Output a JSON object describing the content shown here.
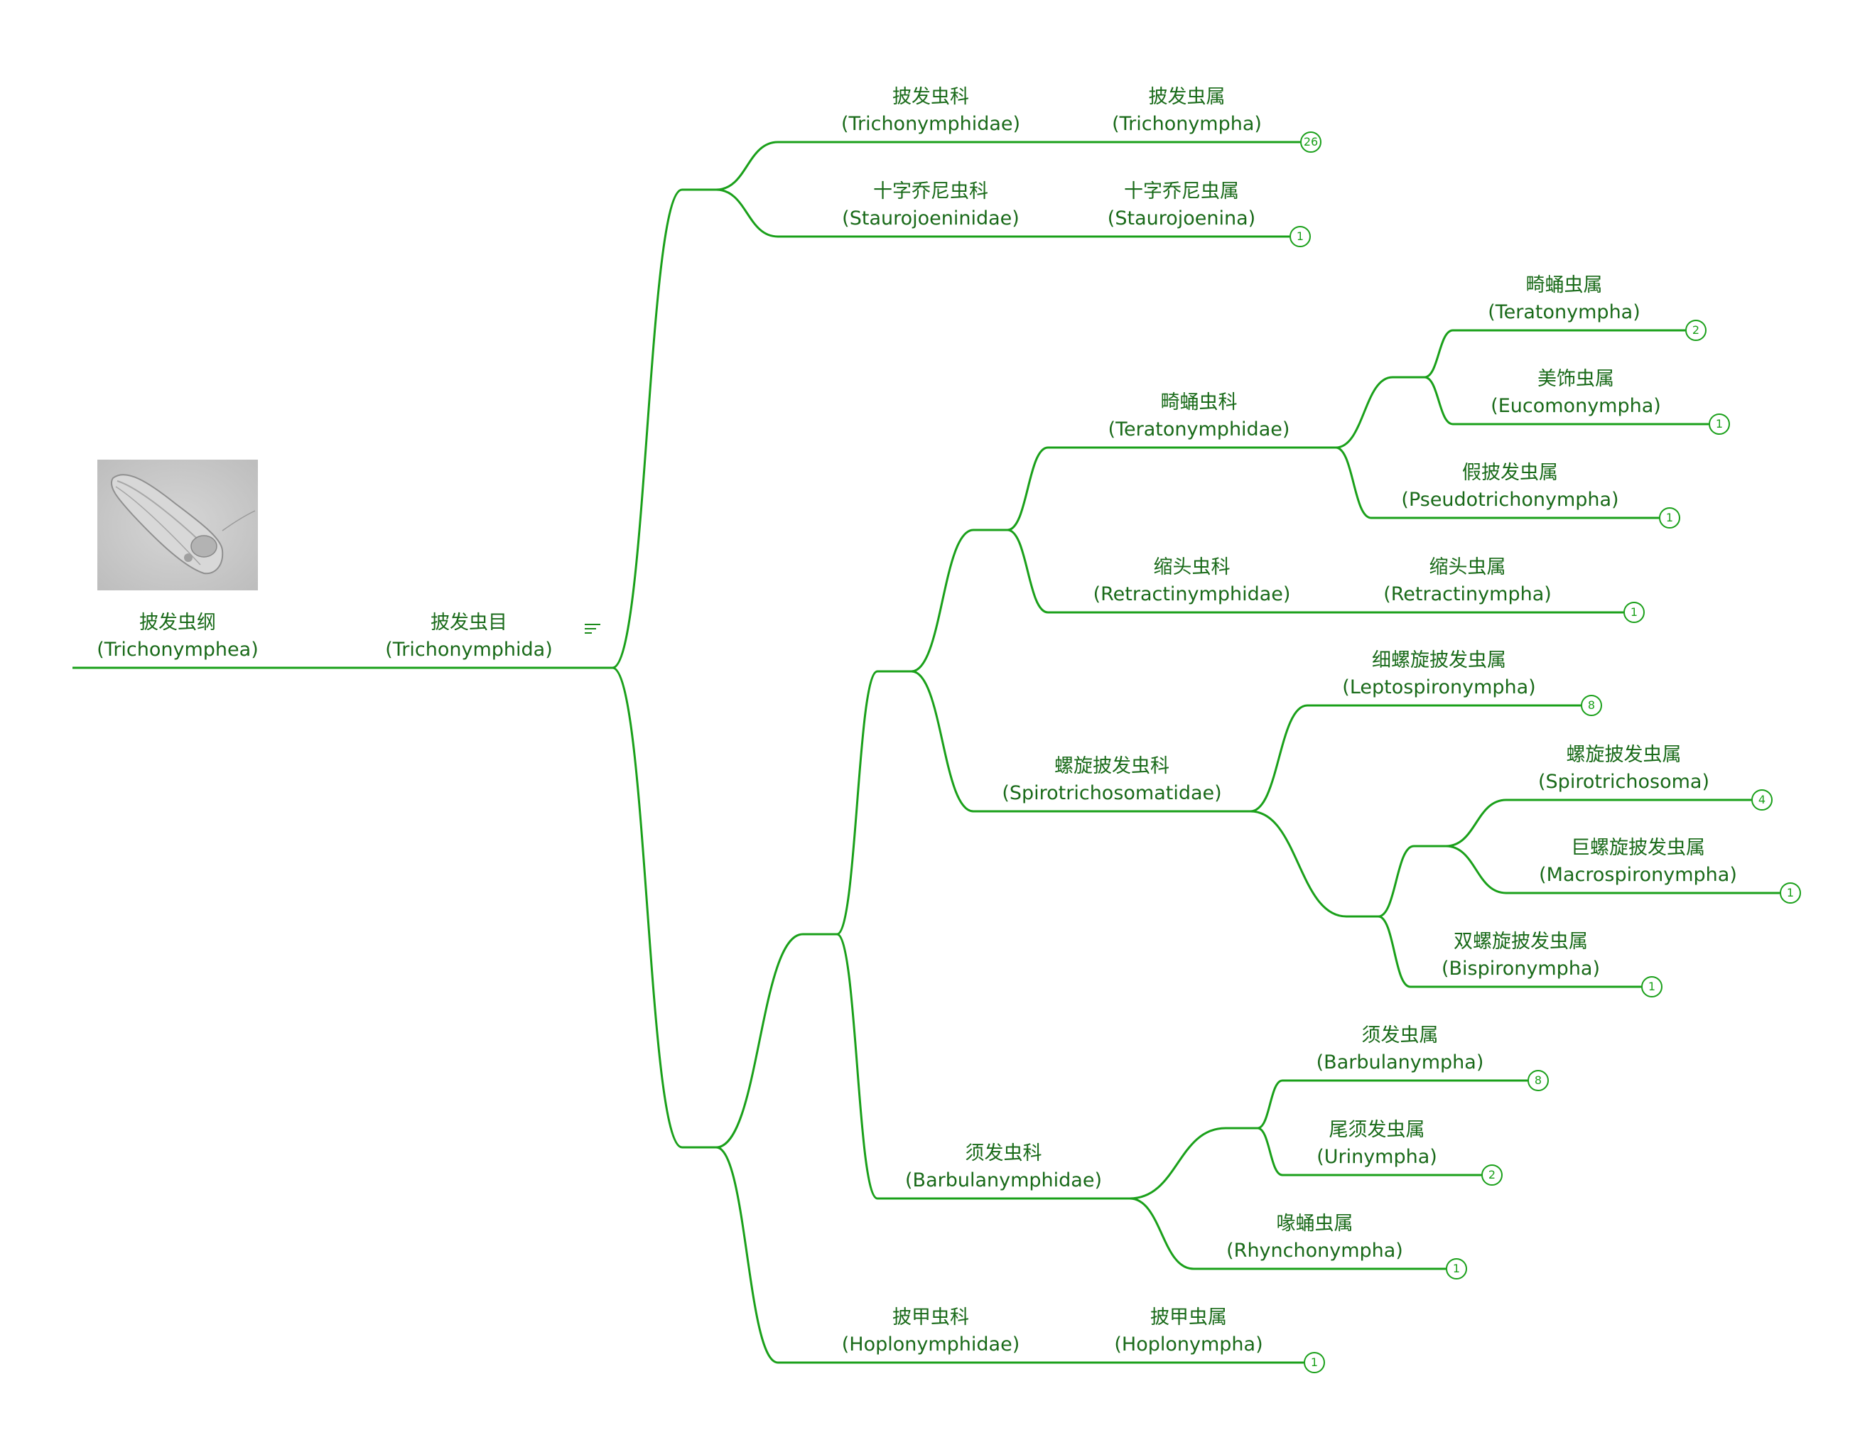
{
  "colors": {
    "line": "#1aa01a",
    "text": "#196a19",
    "badge": "#1aa01a"
  },
  "root": {
    "name": "披发虫纲",
    "latin": "(Trichonymphea)",
    "image": "microscopy-image"
  },
  "order": {
    "name": "披发虫目",
    "latin": "(Trichonymphida)",
    "note_icon": "note-icon"
  },
  "tree": [
    {
      "key": "f_trichonymphidae",
      "parent": "order",
      "name": "披发虫科",
      "latin": "(Trichonymphidae)"
    },
    {
      "key": "g_trichonympha",
      "parent": "f_trichonymphidae",
      "name": "披发虫属",
      "latin": "(Trichonympha)",
      "count": "26"
    },
    {
      "key": "f_staurojoeninidae",
      "parent": "order",
      "name": "十字乔尼虫科",
      "latin": "(Staurojoeninidae)"
    },
    {
      "key": "g_staurojoenina",
      "parent": "f_staurojoeninidae",
      "name": "十字乔尼虫属",
      "latin": "(Staurojoenina)",
      "count": "1"
    },
    {
      "key": "f_teratonymphidae",
      "parent": "order",
      "name": "畸蛹虫科",
      "latin": "(Teratonymphidae)"
    },
    {
      "key": "g_teratonympha",
      "parent": "f_teratonymphidae",
      "name": "畸蛹虫属",
      "latin": "(Teratonympha)",
      "count": "2"
    },
    {
      "key": "g_eucomonympha",
      "parent": "f_teratonymphidae",
      "name": "美饰虫属",
      "latin": "(Eucomonympha)",
      "count": "1"
    },
    {
      "key": "g_pseudotrichonympha",
      "parent": "f_teratonymphidae",
      "name": "假披发虫属",
      "latin": "(Pseudotrichonympha)",
      "count": "1"
    },
    {
      "key": "f_retractinymphidae",
      "parent": "order",
      "name": "缩头虫科",
      "latin": "(Retractinymphidae)"
    },
    {
      "key": "g_retractinympha",
      "parent": "f_retractinymphidae",
      "name": "缩头虫属",
      "latin": "(Retractinympha)",
      "count": "1"
    },
    {
      "key": "f_spirotrichosomatidae",
      "parent": "order",
      "name": "螺旋披发虫科",
      "latin": "(Spirotrichosomatidae)"
    },
    {
      "key": "g_leptospironympha",
      "parent": "f_spirotrichosomatidae",
      "name": "细螺旋披发虫属",
      "latin": "(Leptospironympha)",
      "count": "8"
    },
    {
      "key": "g_spirotrichosoma",
      "parent": "f_spirotrichosomatidae",
      "name": "螺旋披发虫属",
      "latin": "(Spirotrichosoma)",
      "count": "4"
    },
    {
      "key": "g_macrospironympha",
      "parent": "f_spirotrichosomatidae",
      "name": "巨螺旋披发虫属",
      "latin": "(Macrospironympha)",
      "count": "1"
    },
    {
      "key": "g_bispironympha",
      "parent": "f_spirotrichosomatidae",
      "name": "双螺旋披发虫属",
      "latin": "(Bispironympha)",
      "count": "1"
    },
    {
      "key": "f_barbulanymphidae",
      "parent": "order",
      "name": "须发虫科",
      "latin": "(Barbulanymphidae)"
    },
    {
      "key": "g_barbulanympha",
      "parent": "f_barbulanymphidae",
      "name": "须发虫属",
      "latin": "(Barbulanympha)",
      "count": "8"
    },
    {
      "key": "g_urinympha",
      "parent": "f_barbulanymphidae",
      "name": "尾须发虫属",
      "latin": "(Urinympha)",
      "count": "2"
    },
    {
      "key": "g_rhynchonympha",
      "parent": "f_barbulanymphidae",
      "name": "喙蛹虫属",
      "latin": "(Rhynchonympha)",
      "count": "1"
    },
    {
      "key": "f_hoplonymphidae",
      "parent": "order",
      "name": "披甲虫科",
      "latin": "(Hoplonymphidae)"
    },
    {
      "key": "g_hoplonympha",
      "parent": "f_hoplonymphidae",
      "name": "披甲虫属",
      "latin": "(Hoplonympha)",
      "count": "1"
    }
  ]
}
